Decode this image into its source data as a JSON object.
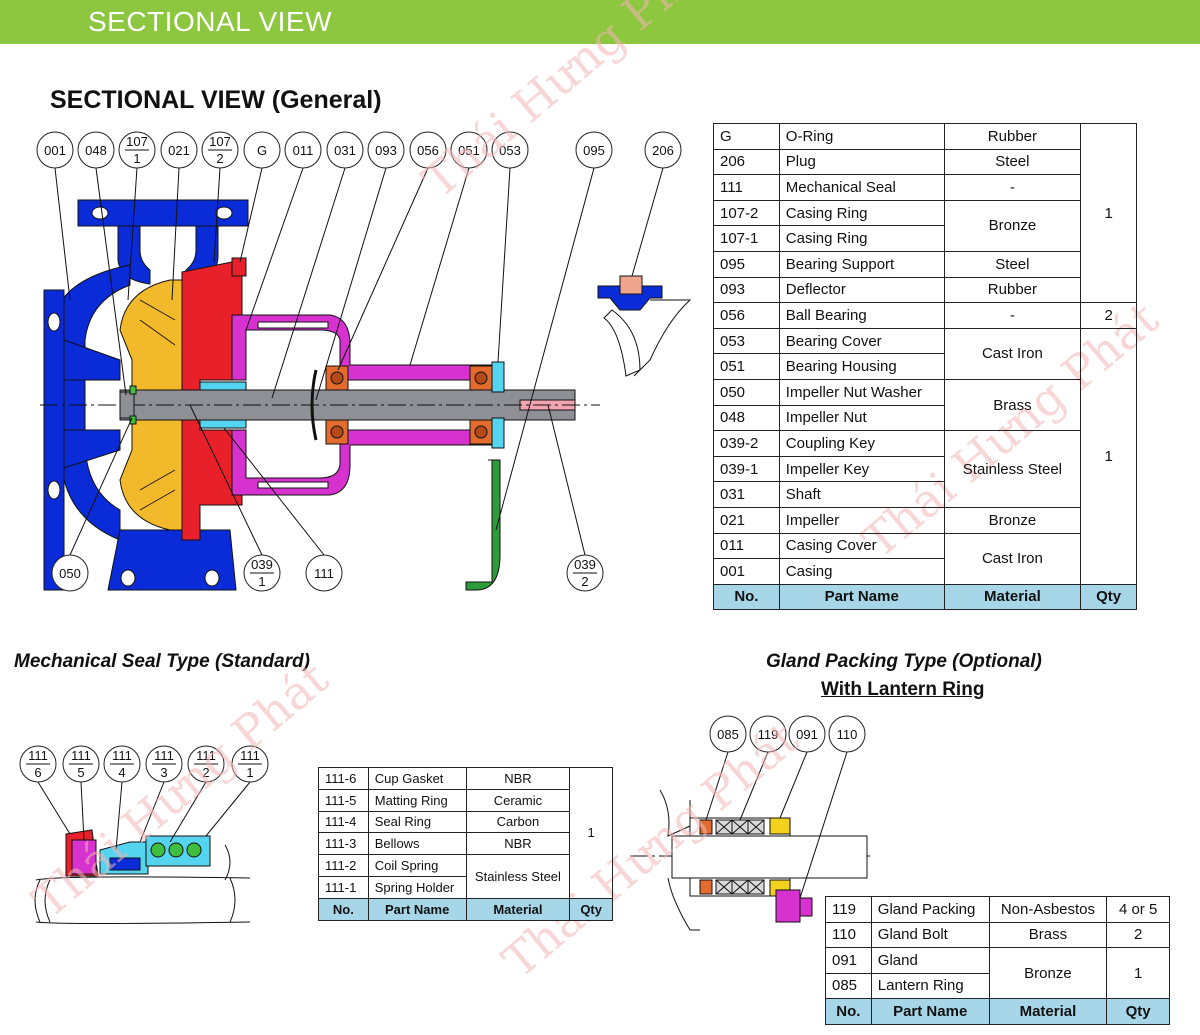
{
  "header": {
    "title": "SECTIONAL VIEW"
  },
  "section_title": "SECTIONAL VIEW (General)",
  "subtitles": {
    "mechanical": "Mechanical Seal Type (Standard)",
    "gland_line1": "Gland Packing Type (Optional)",
    "gland_line2": "With Lantern Ring"
  },
  "watermark": "Thái Hưng Phát",
  "colors": {
    "header_bar": "#8dc63f",
    "casing": "#0a2bd8",
    "impeller": "#f2b92a",
    "casing_cover": "#e8202a",
    "bearing_housing": "#d732d0",
    "shaft": "#8f9096",
    "bearing": "#e36b2d",
    "support": "#2c9b3a",
    "table_header": "#a6d6e8"
  },
  "callouts_top": [
    {
      "num": "001"
    },
    {
      "num": "048"
    },
    {
      "num": "107",
      "den": "1"
    },
    {
      "num": "021"
    },
    {
      "num": "107",
      "den": "2"
    },
    {
      "num": "G"
    },
    {
      "num": "011"
    },
    {
      "num": "031"
    },
    {
      "num": "093"
    },
    {
      "num": "056"
    },
    {
      "num": "051"
    },
    {
      "num": "053"
    },
    {
      "num": "095"
    },
    {
      "num": "206"
    }
  ],
  "callouts_bottom": [
    {
      "num": "050"
    },
    {
      "num": "039",
      "den": "1"
    },
    {
      "num": "111"
    },
    {
      "num": "039",
      "den": "2"
    }
  ],
  "callouts_mech": [
    {
      "num": "111",
      "den": "6"
    },
    {
      "num": "111",
      "den": "5"
    },
    {
      "num": "111",
      "den": "4"
    },
    {
      "num": "111",
      "den": "3"
    },
    {
      "num": "111",
      "den": "2"
    },
    {
      "num": "111",
      "den": "1"
    }
  ],
  "callouts_gland": [
    {
      "num": "085"
    },
    {
      "num": "119"
    },
    {
      "num": "091"
    },
    {
      "num": "110"
    }
  ],
  "main_table": {
    "headers": [
      "No.",
      "Part Name",
      "Material",
      "Qty"
    ],
    "rows": [
      {
        "no": "G",
        "name": "O-Ring",
        "material": "Rubber",
        "qty": "1"
      },
      {
        "no": "206",
        "name": "Plug",
        "material": "Steel",
        "qty": "1"
      },
      {
        "no": "111",
        "name": "Mechanical Seal",
        "material": "-",
        "qty": "1"
      },
      {
        "no": "107-2",
        "name": "Casing Ring",
        "material": "Bronze",
        "qty": "1"
      },
      {
        "no": "107-1",
        "name": "Casing Ring",
        "material": "Bronze",
        "qty": "1"
      },
      {
        "no": "095",
        "name": "Bearing Support",
        "material": "Steel",
        "qty": "1"
      },
      {
        "no": "093",
        "name": "Deflector",
        "material": "Rubber",
        "qty": "1"
      },
      {
        "no": "056",
        "name": "Ball Bearing",
        "material": "-",
        "qty": "2"
      },
      {
        "no": "053",
        "name": "Bearing Cover",
        "material": "Cast Iron",
        "qty": "1"
      },
      {
        "no": "051",
        "name": "Bearing Housing",
        "material": "Cast Iron",
        "qty": "1"
      },
      {
        "no": "050",
        "name": "Impeller Nut Washer",
        "material": "Brass",
        "qty": "1"
      },
      {
        "no": "048",
        "name": "Impeller Nut",
        "material": "Brass",
        "qty": "1"
      },
      {
        "no": "039-2",
        "name": "Coupling Key",
        "material": "Stainless Steel",
        "qty": "1"
      },
      {
        "no": "039-1",
        "name": "Impeller Key",
        "material": "Stainless Steel",
        "qty": "1"
      },
      {
        "no": "031",
        "name": "Shaft",
        "material": "Stainless Steel",
        "qty": "1"
      },
      {
        "no": "021",
        "name": "Impeller",
        "material": "Bronze",
        "qty": "1"
      },
      {
        "no": "011",
        "name": "Casing Cover",
        "material": "Cast Iron",
        "qty": "1"
      },
      {
        "no": "001",
        "name": "Casing",
        "material": "Cast Iron",
        "qty": "1"
      }
    ]
  },
  "mech_table": {
    "headers": [
      "No.",
      "Part Name",
      "Material",
      "Qty"
    ],
    "rows": [
      {
        "no": "111-6",
        "name": "Cup Gasket",
        "material": "NBR",
        "qty": "1"
      },
      {
        "no": "111-5",
        "name": "Matting Ring",
        "material": "Ceramic",
        "qty": "1"
      },
      {
        "no": "111-4",
        "name": "Seal Ring",
        "material": "Carbon",
        "qty": "1"
      },
      {
        "no": "111-3",
        "name": "Bellows",
        "material": "NBR",
        "qty": "1"
      },
      {
        "no": "111-2",
        "name": "Coil Spring",
        "material": "Stainless Steel",
        "qty": "1"
      },
      {
        "no": "111-1",
        "name": "Spring Holder",
        "material": "Stainless Steel",
        "qty": "1"
      }
    ]
  },
  "gland_table": {
    "headers": [
      "No.",
      "Part Name",
      "Material",
      "Qty"
    ],
    "rows": [
      {
        "no": "119",
        "name": "Gland Packing",
        "material": "Non-Asbestos",
        "qty": "4 or 5"
      },
      {
        "no": "110",
        "name": "Gland Bolt",
        "material": "Brass",
        "qty": "2"
      },
      {
        "no": "091",
        "name": "Gland",
        "material": "Bronze",
        "qty": "1"
      },
      {
        "no": "085",
        "name": "Lantern Ring",
        "material": "Bronze",
        "qty": "1"
      }
    ]
  }
}
